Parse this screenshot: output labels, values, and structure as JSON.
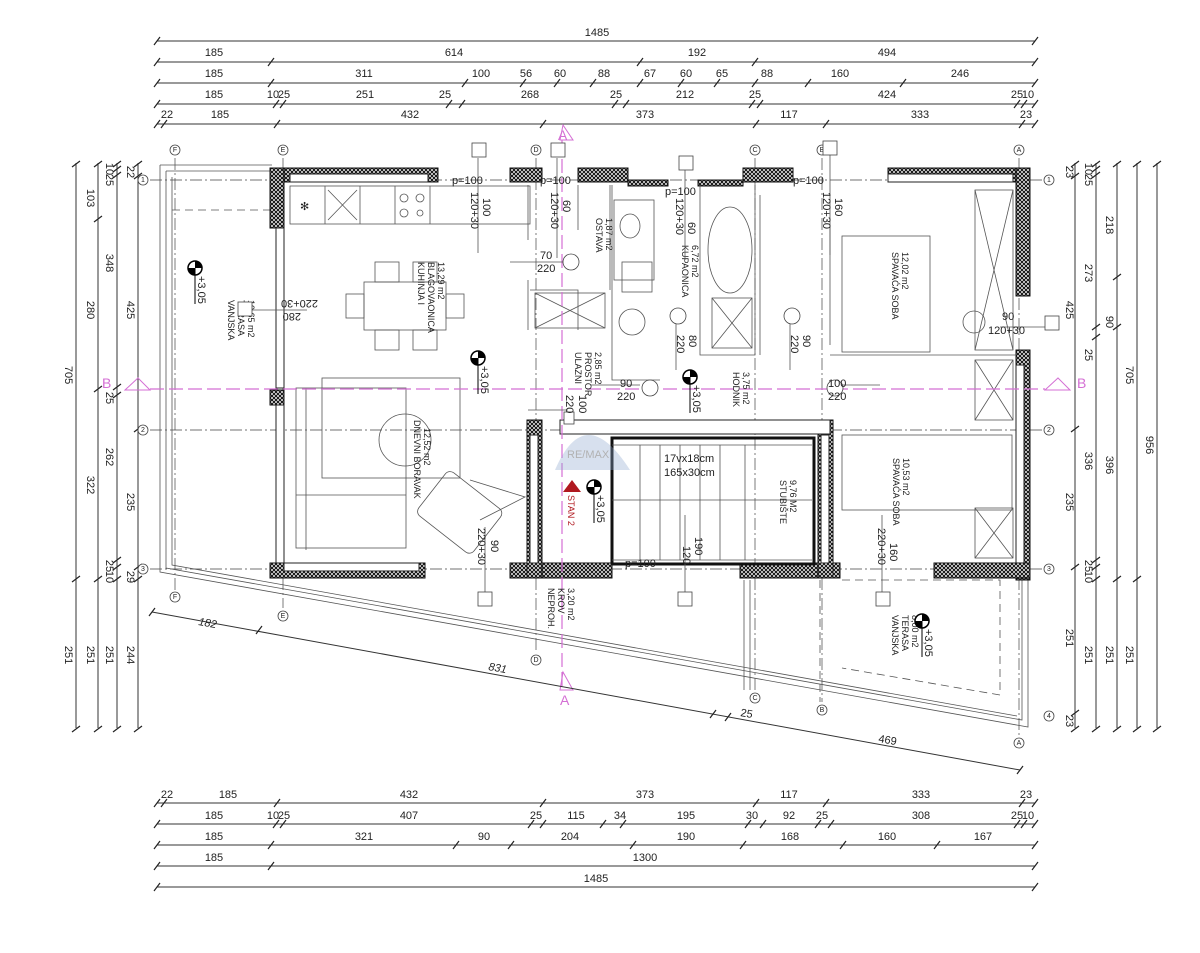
{
  "dims": {
    "top": [
      [
        "1485"
      ],
      [
        "185",
        "614",
        "192",
        "494"
      ],
      [
        "185",
        "311",
        "100",
        "56",
        "60",
        "88",
        "67",
        "60",
        "65",
        "88",
        "160",
        "246"
      ],
      [
        "185",
        "10",
        "25",
        "251",
        "25",
        "268",
        "25",
        "212",
        "25",
        "424",
        "25",
        "10"
      ],
      [
        "22",
        "185",
        "432",
        "373",
        "117",
        "333",
        "23"
      ]
    ],
    "bottom": [
      [
        "22",
        "185",
        "432",
        "373",
        "117",
        "333",
        "23"
      ],
      [
        "185",
        "10",
        "25",
        "407",
        "25",
        "115",
        "34",
        "195",
        "30",
        "92",
        "25",
        "308",
        "25",
        "10"
      ],
      [
        "185",
        "321",
        "90",
        "204",
        "190",
        "168",
        "160",
        "167"
      ],
      [
        "185",
        "1300"
      ],
      [
        "1485"
      ]
    ],
    "left": [
      [
        "705",
        "251"
      ],
      [
        "103",
        "280",
        "322",
        "251"
      ],
      [
        "10",
        "25",
        "348",
        "25",
        "262",
        "25",
        "10",
        "251"
      ],
      [
        "22",
        "425",
        "235",
        "29",
        "244"
      ]
    ],
    "right": [
      [
        "23",
        "425",
        "235",
        "251",
        "23"
      ],
      [
        "10",
        "25",
        "273",
        "25",
        "336",
        "25",
        "10",
        "251"
      ],
      [
        "218",
        "90",
        "396",
        "251"
      ],
      [
        "705",
        "251"
      ],
      [
        "956"
      ]
    ],
    "diagonal": [
      "182",
      "831",
      "25",
      "469"
    ]
  },
  "axes": {
    "columns": [
      "F",
      "E",
      "D",
      "C",
      "B",
      "A"
    ],
    "rows": [
      "1",
      "2",
      "3",
      "4"
    ]
  },
  "sections": {
    "a": "A",
    "b": "B"
  },
  "rooms": [
    {
      "name": "VANJSKA",
      "name2": "TERASA",
      "area": "10,65 m2"
    },
    {
      "name": "KUHINJA I",
      "name2": "BLAGOVAONICA",
      "area": "13,29 m2"
    },
    {
      "name": "DNEVNI BORAVAK",
      "area": "12,52 m2"
    },
    {
      "name": "OSTAVA",
      "area": "1,87 m2"
    },
    {
      "name": "KUPAONICA",
      "area": "6,72 m2"
    },
    {
      "name": "ULAZNI",
      "name2": "PROSTOR",
      "area": "2,85 m2"
    },
    {
      "name": "HODNIK",
      "area": "3,75 m2"
    },
    {
      "name": "SPAVAĆA SOBA",
      "area": "12,02 m2"
    },
    {
      "name": "STUBIŠTE",
      "area": "9,76 M2"
    },
    {
      "name": "SPAVAĆA SOBA",
      "area": "10,53 m2"
    },
    {
      "name": "NEPROH.",
      "name2": "KROV",
      "area": "3,20 m2"
    },
    {
      "name": "VANJSKA",
      "name2": "TERASA",
      "area": "8,00 m2"
    }
  ],
  "stairs": {
    "line1": "17vx18cm",
    "line2": "165x30cm"
  },
  "unit_label": "STAN 2",
  "elevation": "+3,05",
  "openings": [
    [
      "100",
      "120+30"
    ],
    [
      "60",
      "120+30"
    ],
    [
      "70",
      "220"
    ],
    [
      "220+30",
      "280"
    ],
    [
      "60",
      "120+30"
    ],
    [
      "160",
      "120+30"
    ],
    [
      "90",
      "120+30"
    ],
    [
      "90",
      "220"
    ],
    [
      "100",
      "220"
    ],
    [
      "80",
      "220"
    ],
    [
      "90",
      "220"
    ],
    [
      "100",
      "220"
    ],
    [
      "90",
      "220+30"
    ],
    [
      "190",
      "120"
    ],
    [
      "160",
      "220+30"
    ]
  ],
  "sill": "p=100",
  "watermark": "RE/MAX",
  "colors": {
    "section": "#d46fd4",
    "marker": "#b0181f",
    "wall": "#111111"
  }
}
